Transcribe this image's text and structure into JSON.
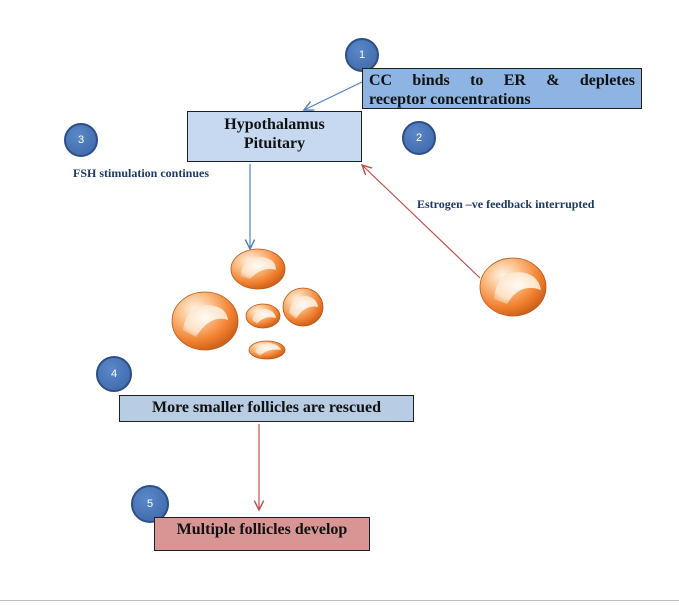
{
  "steps": [
    "1",
    "2",
    "3",
    "4",
    "5"
  ],
  "boxes": {
    "cc_line1": [
      "CC",
      "binds",
      "to",
      "ER",
      "&",
      "depletes"
    ],
    "cc_line2": "receptor concentrations",
    "hypothalamus": "Hypothalamus",
    "pituitary": "Pituitary",
    "rescued": "More smaller follicles are rescued",
    "develop": "Multiple follicles develop"
  },
  "labels": {
    "fsh": "FSH stimulation continues",
    "estrogen": "Estrogen –ve feedback interrupted"
  },
  "colors": {
    "cc_box": "#8db4e2",
    "hp_box": "#c6d9f1",
    "rescued_box": "#b8cce4",
    "develop_box": "#d99594",
    "blue_arrow": "#4f81bd",
    "red_arrow": "#c0504d",
    "follicle": "#f79646",
    "step_circle": "#4a75b8"
  },
  "icons": [
    "follicle-icon",
    "step-circle"
  ]
}
